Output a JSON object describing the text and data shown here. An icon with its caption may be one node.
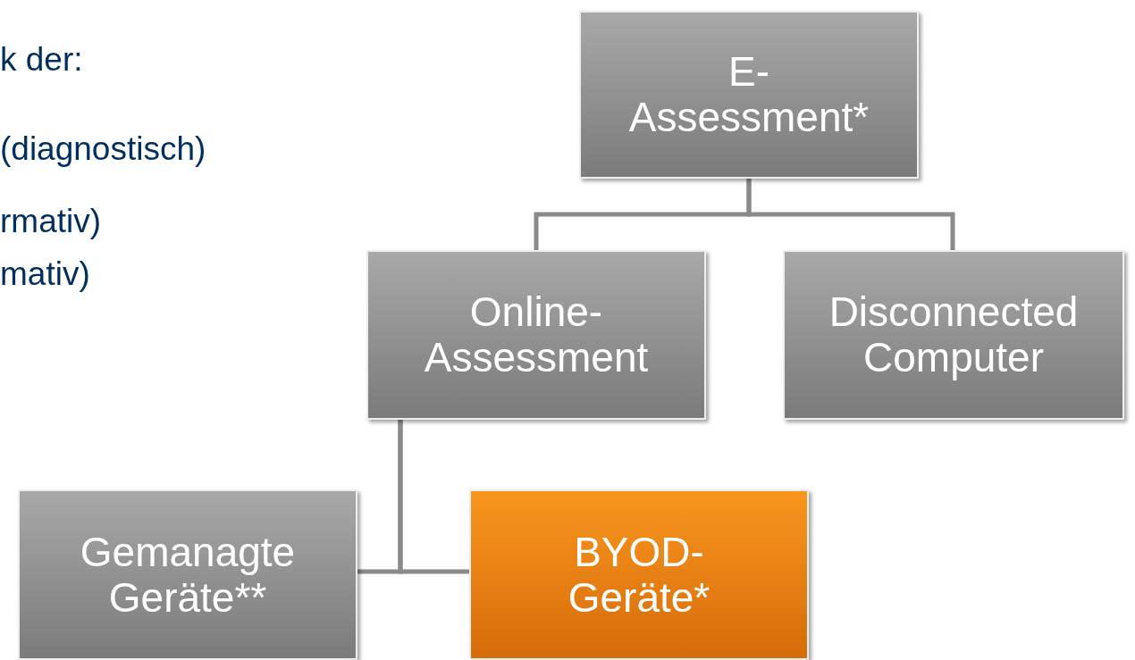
{
  "diagram": {
    "nodes": [
      {
        "text": [
          "E- Assessment*"
        ]
      },
      {
        "text": [
          "Online- Assessment"
        ]
      },
      {
        "text": [
          "Disconnected Computer"
        ]
      },
      {
        "text": [
          "Gemanagte Geräte**"
        ]
      },
      {
        "text": [
          "BYOD- Geräte*"
        ]
      }
    ],
    "edges": [
      {
        "from": 0,
        "to": 1,
        "arrow": "none"
      },
      {
        "from": 0,
        "to": 2,
        "arrow": "none"
      },
      {
        "from": 1,
        "to": 3,
        "arrow": "none"
      },
      {
        "from": 1,
        "to": 4,
        "arrow": "none"
      }
    ],
    "labels": [
      "k der:",
      "(diagnostisch)",
      "rmativ)",
      "mativ)"
    ]
  }
}
